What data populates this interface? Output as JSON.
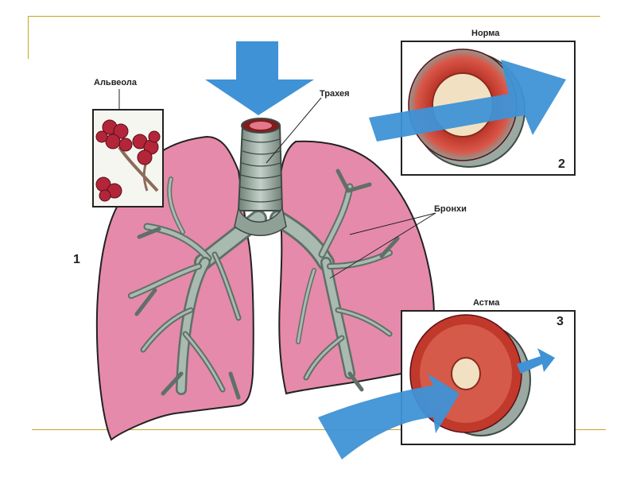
{
  "labels": {
    "alveola": "Альвеола",
    "trachea": "Трахея",
    "bronchi": "Бронхи",
    "norm": "Норма",
    "asthma": "Астма"
  },
  "numbers": {
    "main": "1",
    "norm_panel": "2",
    "asthma_panel": "3"
  },
  "colors": {
    "rule": "#c9a227",
    "lung": "#e07a9c",
    "lung_dark": "#c45a80",
    "airway": "#9aaba2",
    "airway_dark": "#5f7068",
    "arrow": "#3f92d6",
    "tissue": "#c0392b"
  }
}
